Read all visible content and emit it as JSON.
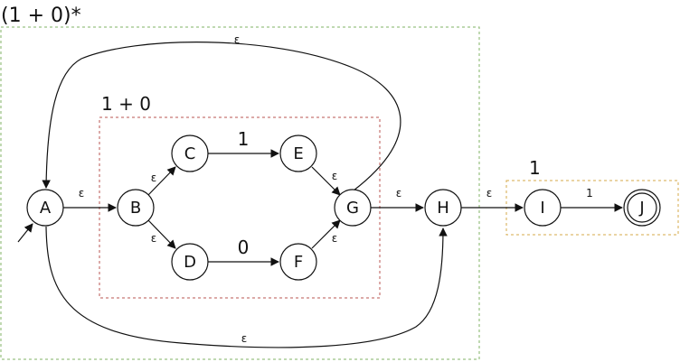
{
  "groups": {
    "outer": {
      "label": "(1 + 0)*",
      "color": "#82b366"
    },
    "inner": {
      "label": "1 + 0",
      "color": "#b85450"
    },
    "one": {
      "label": "1",
      "color": "#d6a84a"
    }
  },
  "states": {
    "A": "A",
    "B": "B",
    "C": "C",
    "D": "D",
    "E": "E",
    "F": "F",
    "G": "G",
    "H": "H",
    "I": "I",
    "J": "J"
  },
  "transitions": {
    "G_A": "ε",
    "A_B": "ε",
    "B_C": "ε",
    "B_D": "ε",
    "C_E": "1",
    "D_F": "0",
    "E_G": "ε",
    "F_G": "ε",
    "G_H": "ε",
    "A_H": "ε",
    "H_I": "ε",
    "I_J": "1"
  }
}
